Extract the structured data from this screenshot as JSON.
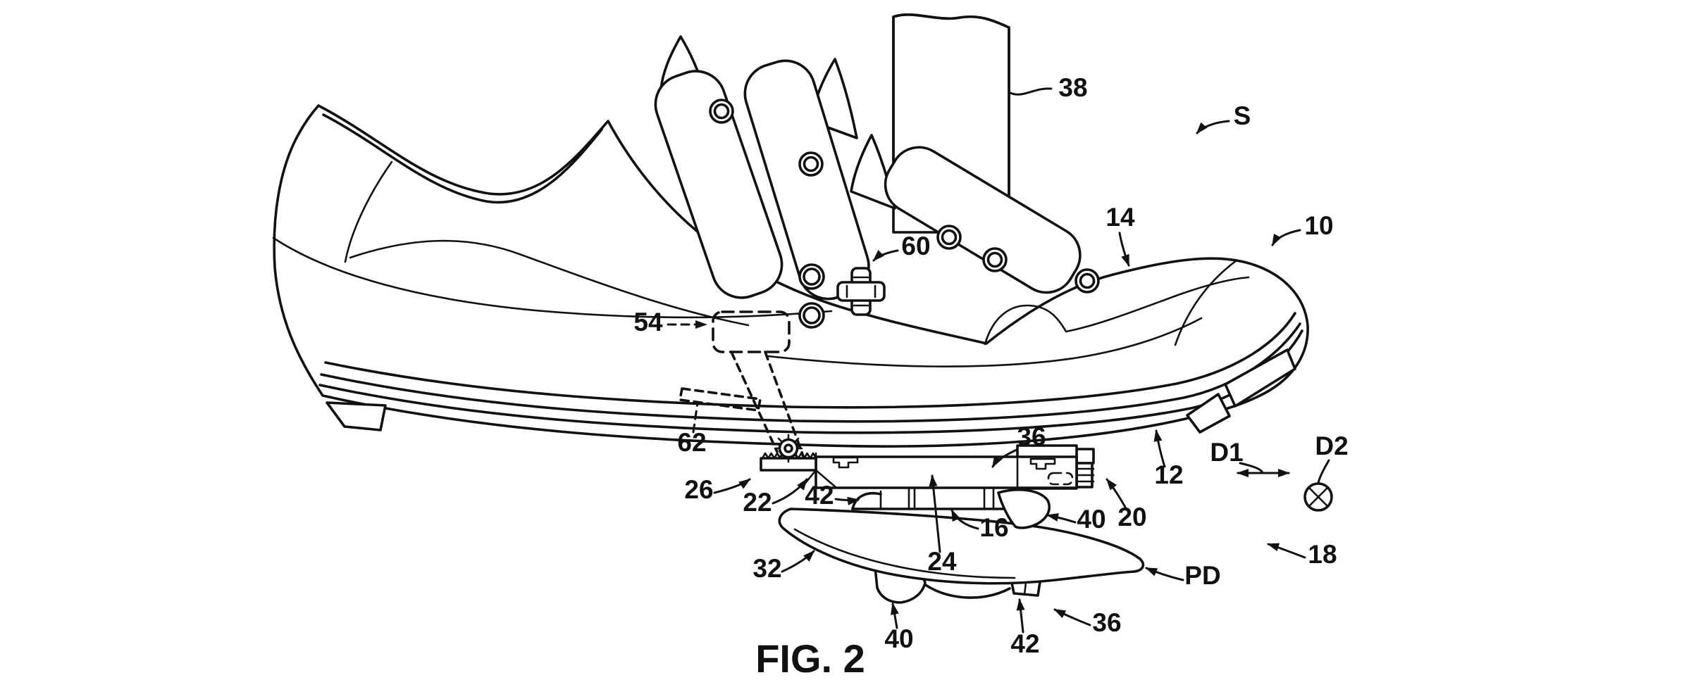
{
  "figure": {
    "caption": "FIG. 2",
    "background": "#ffffff",
    "line_color": "#111111",
    "labels": [
      {
        "id": "38",
        "text": "38"
      },
      {
        "id": "S",
        "text": "S"
      },
      {
        "id": "14",
        "text": "14"
      },
      {
        "id": "10",
        "text": "10"
      },
      {
        "id": "60",
        "text": "60"
      },
      {
        "id": "54",
        "text": "54"
      },
      {
        "id": "62",
        "text": "62"
      },
      {
        "id": "26",
        "text": "26"
      },
      {
        "id": "22",
        "text": "22"
      },
      {
        "id": "42-upper",
        "text": "42"
      },
      {
        "id": "36-upper",
        "text": "36"
      },
      {
        "id": "12",
        "text": "12"
      },
      {
        "id": "16",
        "text": "16"
      },
      {
        "id": "24",
        "text": "24"
      },
      {
        "id": "20",
        "text": "20"
      },
      {
        "id": "40-upper",
        "text": "40"
      },
      {
        "id": "32",
        "text": "32"
      },
      {
        "id": "PD",
        "text": "PD"
      },
      {
        "id": "18",
        "text": "18"
      },
      {
        "id": "D1",
        "text": "D1"
      },
      {
        "id": "D2",
        "text": "D2"
      },
      {
        "id": "40-lower",
        "text": "40"
      },
      {
        "id": "42-lower",
        "text": "42"
      },
      {
        "id": "36-lower",
        "text": "36"
      }
    ]
  }
}
